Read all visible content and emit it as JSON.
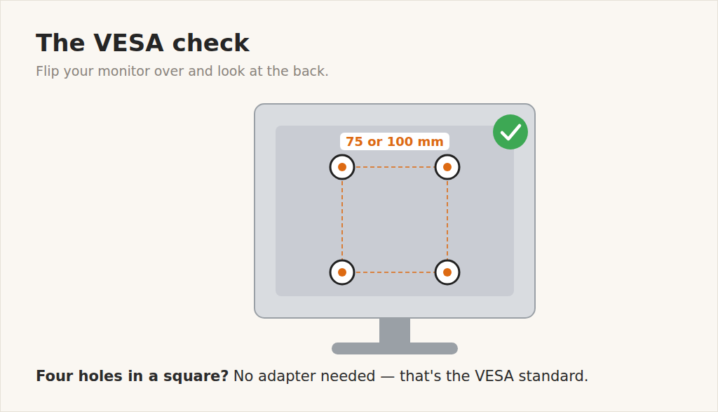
{
  "diagram": {
    "title": "The VESA check",
    "labels": [
      "Flip your monitor over and look at the back.",
      "75 or 100 mm",
      "Four holes in a square?",
      "No adapter needed — that's the VESA standard."
    ]
  }
}
